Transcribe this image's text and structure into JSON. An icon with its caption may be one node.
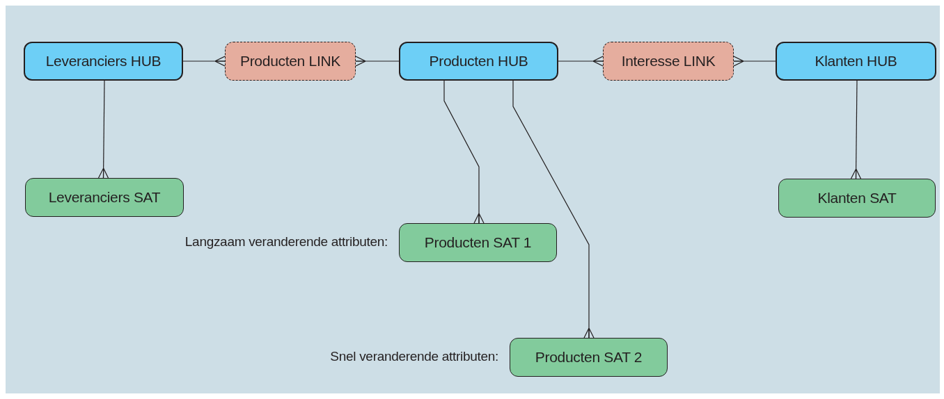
{
  "diagram": {
    "nodes": [
      {
        "text": [
          "Leveranciers HUB"
        ]
      },
      {
        "text": [
          "Producten LINK"
        ]
      },
      {
        "text": [
          "Producten HUB"
        ]
      },
      {
        "text": [
          "Interesse LINK"
        ]
      },
      {
        "text": [
          "Klanten HUB"
        ]
      },
      {
        "text": [
          "Leveranciers SAT"
        ]
      },
      {
        "text": [
          "Producten SAT 1"
        ],
        "beside": [
          "Langzaam veranderende attributen:"
        ]
      },
      {
        "text": [
          "Klanten SAT"
        ]
      },
      {
        "text": [
          "Producten SAT 2"
        ],
        "beside": [
          "Snel veranderende attributen:"
        ]
      }
    ],
    "edges": [
      {
        "from": 0,
        "to": 1,
        "arrow": "other"
      },
      {
        "from": 2,
        "to": 1,
        "arrow": "other"
      },
      {
        "from": 2,
        "to": 3,
        "arrow": "other"
      },
      {
        "from": 4,
        "to": 3,
        "arrow": "other"
      },
      {
        "from": 0,
        "to": 5,
        "arrow": "other"
      },
      {
        "from": 2,
        "to": 6,
        "arrow": "other"
      },
      {
        "from": 2,
        "to": 8,
        "arrow": "other"
      },
      {
        "from": 4,
        "to": 7,
        "arrow": "other"
      }
    ]
  }
}
